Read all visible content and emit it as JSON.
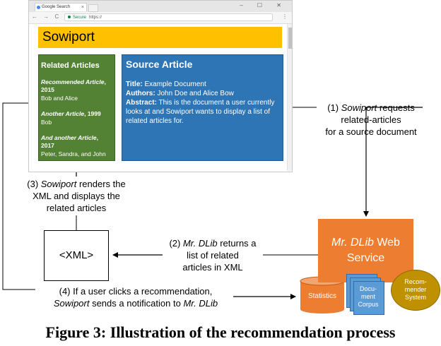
{
  "browser": {
    "tab_title": "Google Search",
    "tab_close": "×",
    "window_controls": "– ☐ ✕",
    "nav": "← → C",
    "secure_label": "Secure",
    "url": "https://",
    "menu": "⋮"
  },
  "page": {
    "header": "Sowiport",
    "related": {
      "heading": "Related Articles",
      "items": [
        {
          "title": "Recommended Article",
          "year": "2015",
          "authors": "Bob and Alice"
        },
        {
          "title": "Another Article",
          "year": "1999",
          "authors": "Bob"
        },
        {
          "title": "And another Article",
          "year": "2017",
          "authors": "Peter, Sandra, and John"
        }
      ]
    },
    "source": {
      "heading": "Source Article",
      "title_label": "Title:",
      "title_value": "Example Document",
      "authors_label": "Authors:",
      "authors_value": "John Doe and Alice Bow",
      "abstract_label": "Abstract:",
      "abstract_value": "This is the document a user currently looks at and Sowiport wants to display a list of related articles for."
    }
  },
  "annotations": {
    "step1_prefix": "(1) ",
    "step1_italic": "Sowiport",
    "step1_rest1": " requests",
    "step1_line2": "related-articles",
    "step1_line3": "for a source document",
    "step2_prefix": "(2) ",
    "step2_italic": "Mr. DLib",
    "step2_rest1": " returns a",
    "step2_line2": "list of related",
    "step2_line3": "articles in XML",
    "step3_prefix": "(3) ",
    "step3_italic": "Sowiport",
    "step3_rest1": " renders the",
    "step3_line2": "XML and displays the",
    "step3_line3": "related articles",
    "step4_line1": "(4) If a user clicks a recommendation,",
    "step4_italic1": "Sowiport",
    "step4_mid": " sends a notification to ",
    "step4_italic2": "Mr. DLib"
  },
  "xml_label": "<XML>",
  "service": {
    "name_italic": "Mr. DLib",
    "name_rest": " Web",
    "line2": "Service",
    "recommender": "Recom-\nmender\nSystem",
    "recommender_l1": "Recom-",
    "recommender_l2": "mender",
    "recommender_l3": "System",
    "doc_l1": "Docu-",
    "doc_l2": "ment",
    "doc_l3": "Corpus",
    "statistics": "Statistics"
  },
  "caption": "Figure 3: Illustration of the recommendation process",
  "colors": {
    "header": "#ffc000",
    "related": "#548235",
    "source": "#2e75b6",
    "service": "#ed7d31",
    "recommender": "#bf9000",
    "corpus": "#5b9bd5",
    "statistics": "#ed7d31"
  }
}
